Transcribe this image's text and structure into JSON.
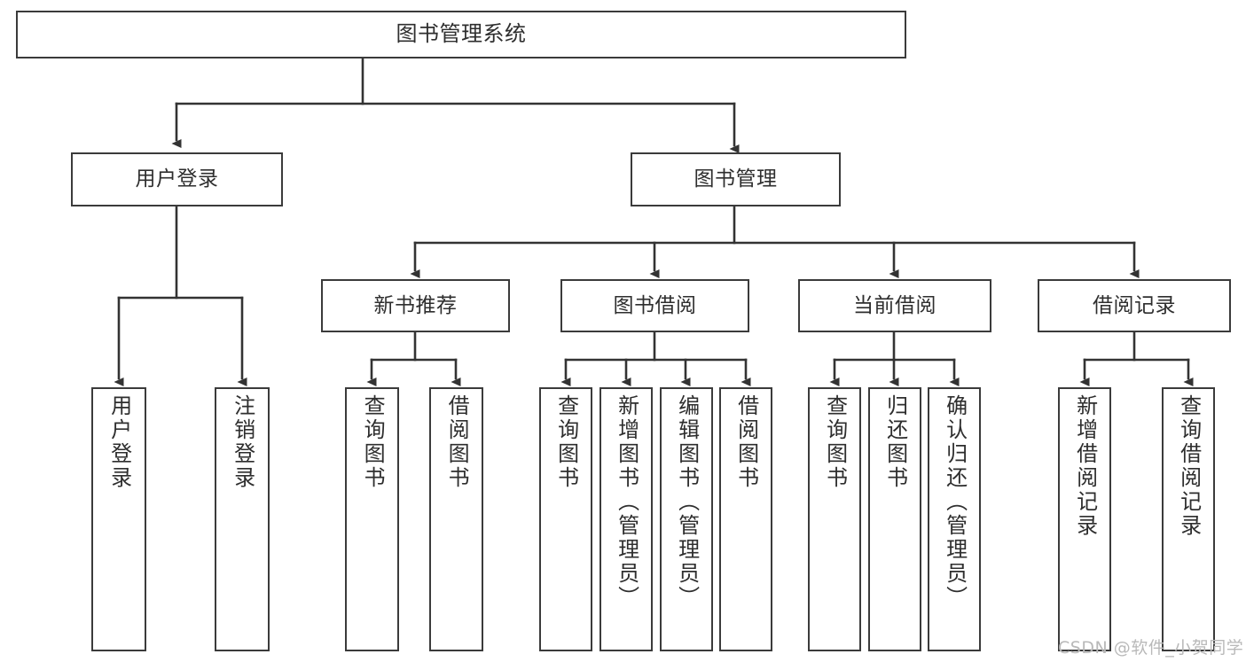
{
  "diagram": {
    "title": "图书管理系统",
    "type": "功能结构图",
    "colors": {
      "background": "#ffffff",
      "box_border": "#3b3b3b",
      "connector": "#333333",
      "text": "#2e2e2e",
      "watermark": "#b9b9b9"
    },
    "levels": {
      "root": {
        "label": "图书管理系统"
      },
      "level2": [
        {
          "id": "user-login",
          "label": "用户登录"
        },
        {
          "id": "book-manage",
          "label": "图书管理"
        }
      ],
      "level3": [
        {
          "id": "new-book-rec",
          "label": "新书推荐"
        },
        {
          "id": "book-borrow",
          "label": "图书借阅"
        },
        {
          "id": "current-borrow",
          "label": "当前借阅"
        },
        {
          "id": "borrow-record",
          "label": "借阅记录"
        }
      ],
      "leaves": {
        "user_login": [
          {
            "id": "leaf-user-login",
            "label": "用户登录"
          },
          {
            "id": "leaf-user-logout",
            "label": "注销登录"
          }
        ],
        "new_book_rec": [
          {
            "id": "leaf-query-book-1",
            "label": "查询图书"
          },
          {
            "id": "leaf-borrow-book-1",
            "label": "借阅图书"
          }
        ],
        "book_borrow": [
          {
            "id": "leaf-query-book-2",
            "label": "查询图书"
          },
          {
            "id": "leaf-add-book",
            "label": "新增图书（管理员）"
          },
          {
            "id": "leaf-edit-book",
            "label": "编辑图书（管理员）"
          },
          {
            "id": "leaf-borrow-book-2",
            "label": "借阅图书"
          }
        ],
        "current_borrow": [
          {
            "id": "leaf-query-book-3",
            "label": "查询图书"
          },
          {
            "id": "leaf-return-book",
            "label": "归还图书"
          },
          {
            "id": "leaf-confirm-return",
            "label": "确认归还（管理员）"
          }
        ],
        "borrow_record": [
          {
            "id": "leaf-add-record",
            "label": "新增借阅记录"
          },
          {
            "id": "leaf-query-record",
            "label": "查询借阅记录"
          }
        ]
      }
    },
    "watermark": "CSDN @软件_小贺同学"
  }
}
